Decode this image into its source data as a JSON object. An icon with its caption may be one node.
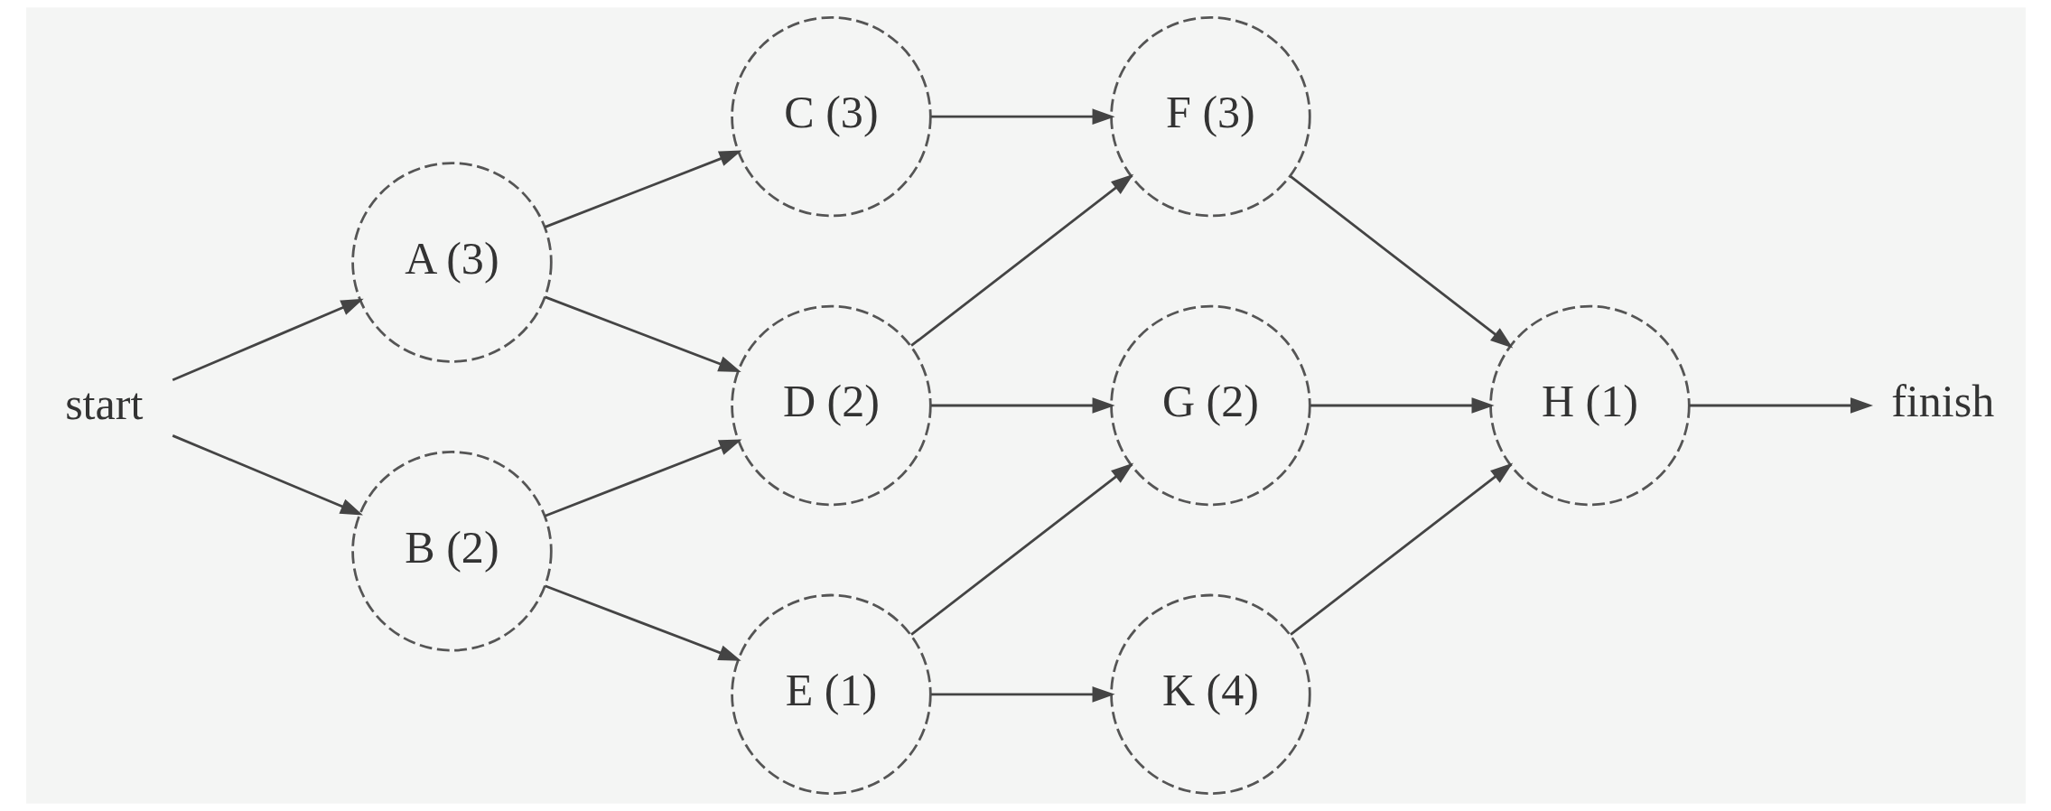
{
  "diagram": {
    "nodes": [
      {
        "text": [
          "start"
        ]
      },
      {
        "text": [
          "A (3)"
        ]
      },
      {
        "text": [
          "B (2)"
        ]
      },
      {
        "text": [
          "C (3)"
        ]
      },
      {
        "text": [
          "D (2)"
        ]
      },
      {
        "text": [
          "E (1)"
        ]
      },
      {
        "text": [
          "F (3)"
        ]
      },
      {
        "text": [
          "G (2)"
        ]
      },
      {
        "text": [
          "K (4)"
        ]
      },
      {
        "text": [
          "H (1)"
        ]
      },
      {
        "text": [
          "finish"
        ]
      }
    ],
    "edges": [
      {
        "from": 0,
        "to": 1,
        "arrow": "to"
      },
      {
        "from": 0,
        "to": 2,
        "arrow": "to"
      },
      {
        "from": 1,
        "to": 3,
        "arrow": "to"
      },
      {
        "from": 1,
        "to": 4,
        "arrow": "to"
      },
      {
        "from": 2,
        "to": 4,
        "arrow": "to"
      },
      {
        "from": 2,
        "to": 5,
        "arrow": "to"
      },
      {
        "from": 3,
        "to": 6,
        "arrow": "to"
      },
      {
        "from": 4,
        "to": 6,
        "arrow": "to"
      },
      {
        "from": 4,
        "to": 7,
        "arrow": "to"
      },
      {
        "from": 5,
        "to": 7,
        "arrow": "to"
      },
      {
        "from": 5,
        "to": 8,
        "arrow": "to"
      },
      {
        "from": 6,
        "to": 9,
        "arrow": "to"
      },
      {
        "from": 7,
        "to": 9,
        "arrow": "to"
      },
      {
        "from": 8,
        "to": 9,
        "arrow": "to"
      },
      {
        "from": 9,
        "to": 10,
        "arrow": "to"
      }
    ]
  }
}
